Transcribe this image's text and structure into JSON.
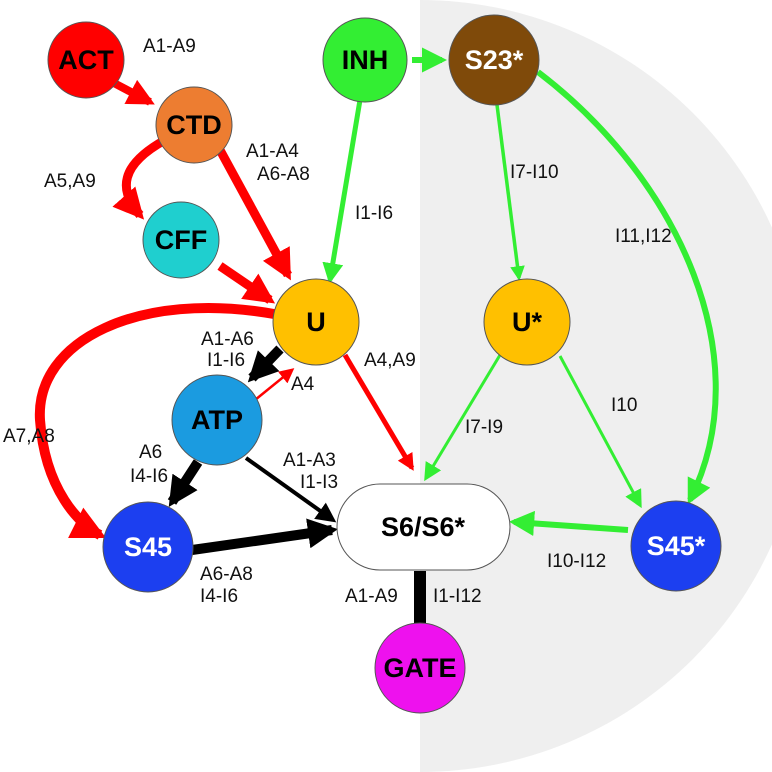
{
  "colors": {
    "activation": "#ff0000",
    "inhibition": "#33ee33",
    "binding": "#000000",
    "background_region": "#efefef"
  },
  "nodes": {
    "act": {
      "label": "ACT",
      "fill": "#ff0000",
      "text_color": "#000000"
    },
    "ctd": {
      "label": "CTD",
      "fill": "#ed7d31",
      "text_color": "#000000"
    },
    "cff": {
      "label": "CFF",
      "fill": "#1fcfcf",
      "text_color": "#000000"
    },
    "inh": {
      "label": "INH",
      "fill": "#33ee33",
      "text_color": "#000000"
    },
    "s23": {
      "label": "S23*",
      "fill": "#7f4a0a",
      "text_color": "#ffffff"
    },
    "u": {
      "label": "U",
      "fill": "#ffc000",
      "text_color": "#000000"
    },
    "ustar": {
      "label": "U*",
      "fill": "#ffc000",
      "text_color": "#000000"
    },
    "atp": {
      "label": "ATP",
      "fill": "#1b9be0",
      "text_color": "#000000"
    },
    "s45": {
      "label": "S45",
      "fill": "#1c3ff0",
      "text_color": "#ffffff"
    },
    "s45star": {
      "label": "S45*",
      "fill": "#1c3ff0",
      "text_color": "#ffffff"
    },
    "s6": {
      "label": "S6/S6*",
      "fill": "#ffffff",
      "text_color": "#000000"
    },
    "gate": {
      "label": "GATE",
      "fill": "#ee11ee",
      "text_color": "#000000"
    }
  },
  "edge_labels": {
    "act_ctd": "A1-A9",
    "ctd_cff": "A5,A9",
    "ctd_u_1": "A1-A4",
    "ctd_u_2": "A6-A8",
    "inh_u": "I1-I6",
    "s23_ustar": "I7-I10",
    "s23_s45star": "I11,I12",
    "u_atp_1": "A1-A6",
    "u_atp_2": "I1-I6",
    "atp_u": "A4",
    "u_s6": "A4,A9",
    "u_s45": "A7,A8",
    "ustar_s6": "I7-I9",
    "ustar_s45star": "I10",
    "atp_s45_1": "A6",
    "atp_s45_2": "I4-I6",
    "atp_s6_1": "A1-A3",
    "atp_s6_2": "I1-I3",
    "s45_s6_1": "A6-A8",
    "s45_s6_2": "I4-I6",
    "s45star_s6": "I10-I12",
    "s6_gate_left": "A1-A9",
    "s6_gate_right": "I1-I12"
  }
}
